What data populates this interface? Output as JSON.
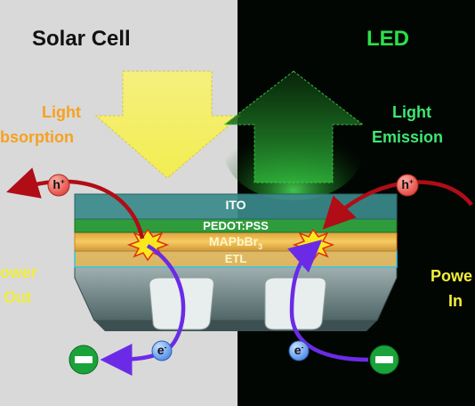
{
  "left_panel": {
    "title": "Solar Cell",
    "process_label_line1": "Light",
    "process_label_line2": "bsorption",
    "power_line1": "ower",
    "power_line2": "Out"
  },
  "right_panel": {
    "title": "LED",
    "process_label_line1": "Light",
    "process_label_line2": "Emission",
    "power_line1": "Powe",
    "power_line2": "In"
  },
  "layers": {
    "ito": "ITO",
    "pedot": "PEDOT:PSS",
    "perovskite": "MAPbBr",
    "perovskite_subscript": "3",
    "etl": "ETL"
  },
  "charges": {
    "hole": "h",
    "hole_sign": "+",
    "electron": "e",
    "electron_sign": "-"
  },
  "colors": {
    "left_bg": "#d9d9d9",
    "right_bg": "#020602",
    "solar_title": "#111111",
    "led_title": "#2be04a",
    "absorption_text": "#f7a11f",
    "emission_text": "#3de872",
    "power_text": "#f2ee3a",
    "hole_arrow": "#b00d16",
    "electron_arrow": "#6b2be6"
  }
}
